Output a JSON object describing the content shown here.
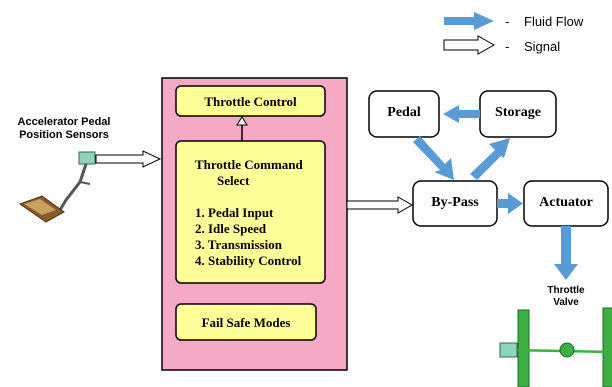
{
  "legend": {
    "fluid_flow_dash": "-",
    "fluid_flow_label": "Fluid Flow",
    "signal_dash": "-",
    "signal_label": "Signal"
  },
  "sensor": {
    "label_line1": "Accelerator Pedal",
    "label_line2": "Position Sensors"
  },
  "controller": {
    "throttle_control": "Throttle Control",
    "command_select_line1": "Throttle Command",
    "command_select_line2": "Select",
    "items": [
      "1. Pedal Input",
      "2. Idle Speed",
      "3. Transmission",
      "4. Stability Control"
    ],
    "fail_safe": "Fail Safe Modes"
  },
  "hydraulic": {
    "pedal": "Pedal",
    "storage": "Storage",
    "bypass": "By-Pass",
    "actuator": "Actuator"
  },
  "valve": {
    "label_line1": "Throttle",
    "label_line2": "Valve"
  },
  "colors": {
    "controller_fill": "#f5a9c4",
    "yellow_box_fill": "#ffff99",
    "flow_arrow": "#5b9bd5",
    "valve_green": "#3cb043",
    "sensor_teal": "#8fd3b8"
  }
}
